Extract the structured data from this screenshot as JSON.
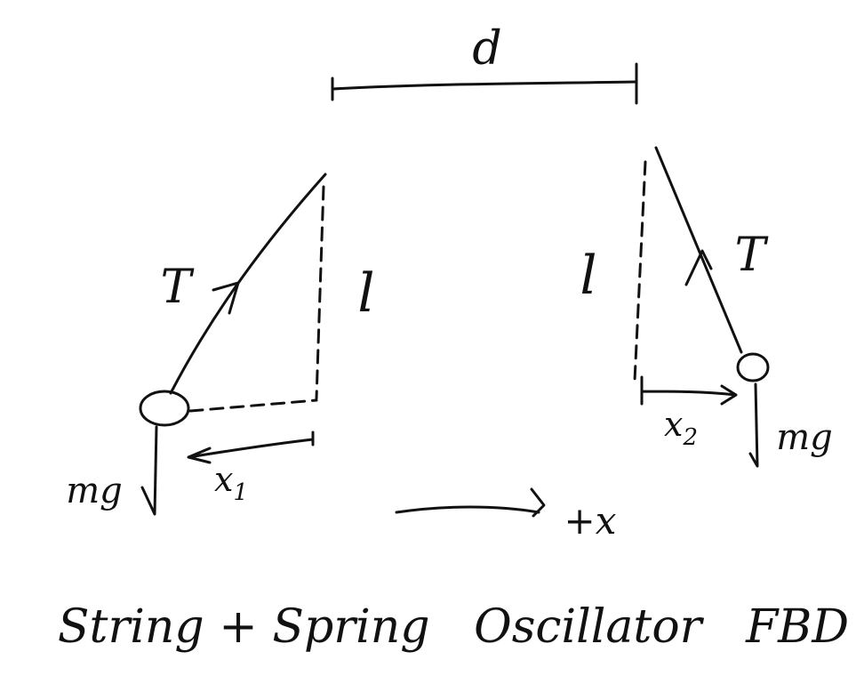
{
  "labels": {
    "separation": "d",
    "left_length": "l",
    "right_length": "l",
    "left_tension": "T",
    "right_tension": "T",
    "left_weight": "mg",
    "right_weight": "mg",
    "left_displacement": "x",
    "left_displacement_sub": "1",
    "right_displacement": "x",
    "right_displacement_sub": "2",
    "direction": "+x"
  },
  "caption": "String + Spring   Oscillator   FBD",
  "colors": {
    "ink": "#111111",
    "background": "#ffffff"
  }
}
